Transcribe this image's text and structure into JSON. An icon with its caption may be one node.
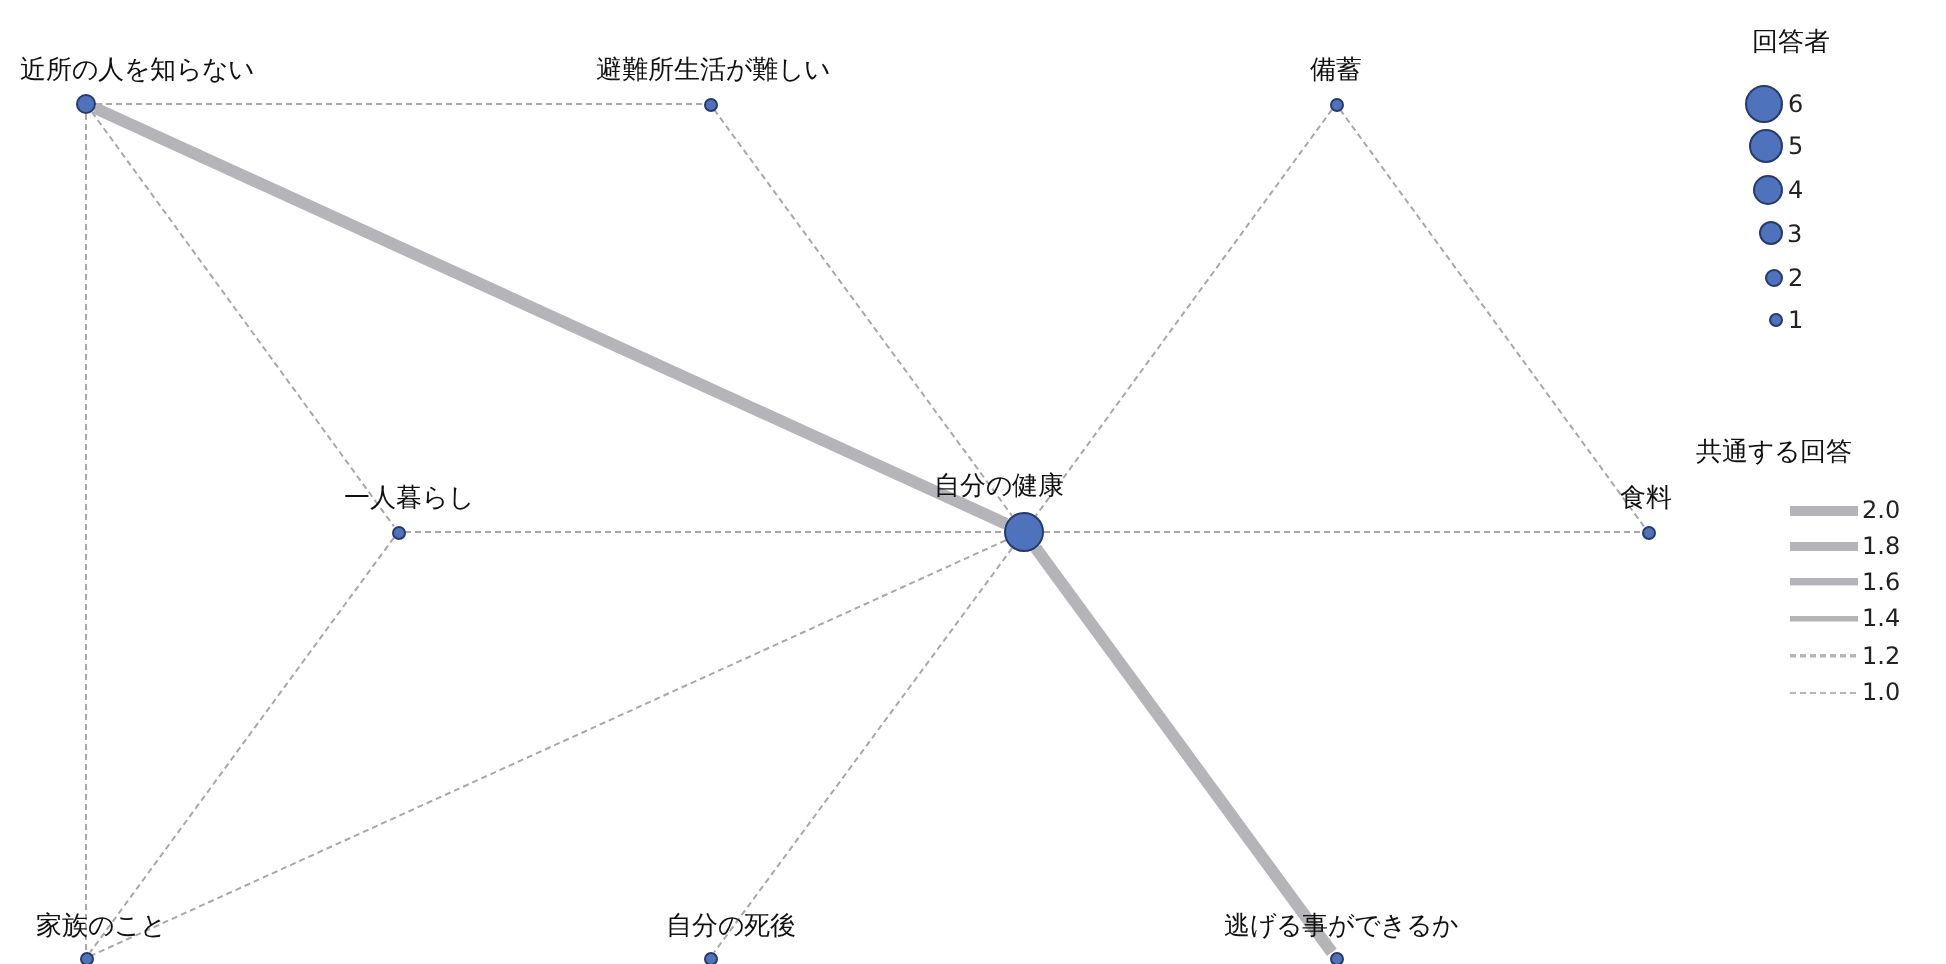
{
  "diagram": {
    "nodes": [
      {
        "text": [
          "近所の人を知らない"
        ]
      },
      {
        "text": [
          "避難所生活が難しい"
        ]
      },
      {
        "text": [
          "備蓄"
        ]
      },
      {
        "text": [
          "一人暮らし"
        ]
      },
      {
        "text": [
          "自分の健康"
        ]
      },
      {
        "text": [
          "食料"
        ]
      },
      {
        "text": [
          "家族のこと"
        ]
      },
      {
        "text": [
          "自分の死後"
        ]
      },
      {
        "text": [
          "逃げる事ができるか"
        ]
      }
    ],
    "edges": [
      {
        "from": 0,
        "to": 1,
        "arrow": "none",
        "style": "dashed"
      },
      {
        "from": 0,
        "to": 4,
        "arrow": "none",
        "style": "thick"
      },
      {
        "from": 0,
        "to": 3,
        "arrow": "none",
        "style": "dashed"
      },
      {
        "from": 0,
        "to": 6,
        "arrow": "none",
        "style": "dashed"
      },
      {
        "from": 1,
        "to": 4,
        "arrow": "none",
        "style": "dashed"
      },
      {
        "from": 2,
        "to": 4,
        "arrow": "none",
        "style": "dashed"
      },
      {
        "from": 2,
        "to": 5,
        "arrow": "none",
        "style": "dashed"
      },
      {
        "from": 3,
        "to": 4,
        "arrow": "none",
        "style": "dashed"
      },
      {
        "from": 3,
        "to": 6,
        "arrow": "none",
        "style": "dashed"
      },
      {
        "from": 4,
        "to": 5,
        "arrow": "none",
        "style": "dashed"
      },
      {
        "from": 4,
        "to": 6,
        "arrow": "none",
        "style": "dashed"
      },
      {
        "from": 4,
        "to": 7,
        "arrow": "none",
        "style": "dashed"
      },
      {
        "from": 4,
        "to": 8,
        "arrow": "none",
        "style": "thick"
      }
    ],
    "labels": [
      "回答者",
      "共通する回答"
    ],
    "legend": [
      {
        "text": "6"
      },
      {
        "text": "5"
      },
      {
        "text": "4"
      },
      {
        "text": "3"
      },
      {
        "text": "2"
      },
      {
        "text": "1"
      },
      {
        "text": "2.0"
      },
      {
        "text": "1.8"
      },
      {
        "text": "1.6"
      },
      {
        "text": "1.4"
      },
      {
        "text": "1.2"
      },
      {
        "text": "1.0"
      }
    ]
  }
}
